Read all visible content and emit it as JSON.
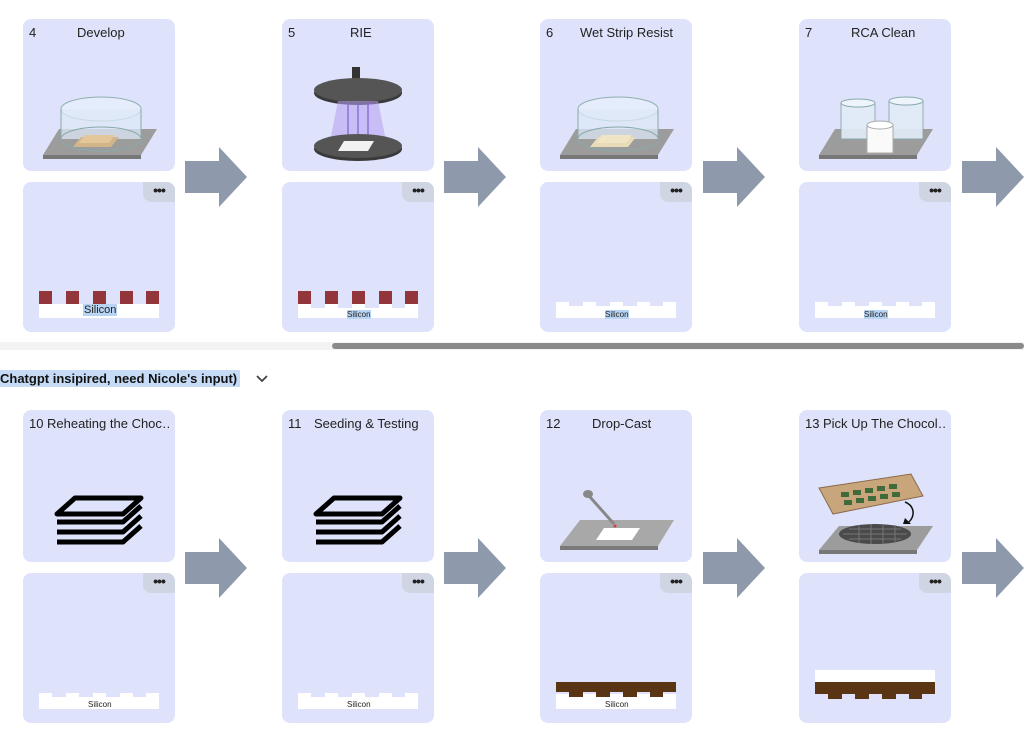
{
  "group": {
    "title": "Chatgpt insipired, need Nicole's input)"
  },
  "row1": [
    {
      "num": "4",
      "name": "Develop",
      "silicon": "Silicon"
    },
    {
      "num": "5",
      "name": "RIE",
      "silicon": "Silicon"
    },
    {
      "num": "6",
      "name": "Wet Strip Resist",
      "silicon": "Silicon"
    },
    {
      "num": "7",
      "name": "RCA Clean",
      "silicon": "Silicon"
    }
  ],
  "row2": [
    {
      "num": "10",
      "name": "Reheating the Choc…",
      "silicon": "Silicon"
    },
    {
      "num": "11",
      "name": "Seeding & Testing",
      "silicon": "Silicon"
    },
    {
      "num": "12",
      "name": "Drop-Cast",
      "silicon": "Silicon"
    },
    {
      "num": "13",
      "name": "Pick Up The Chocol…"
    }
  ],
  "more_label": "•••",
  "colors": {
    "card": "#dee3fb",
    "arrow": "#8e9aab",
    "resist": "#93363b",
    "chocolate": "#5a3513",
    "silicon": "#ffffff"
  }
}
